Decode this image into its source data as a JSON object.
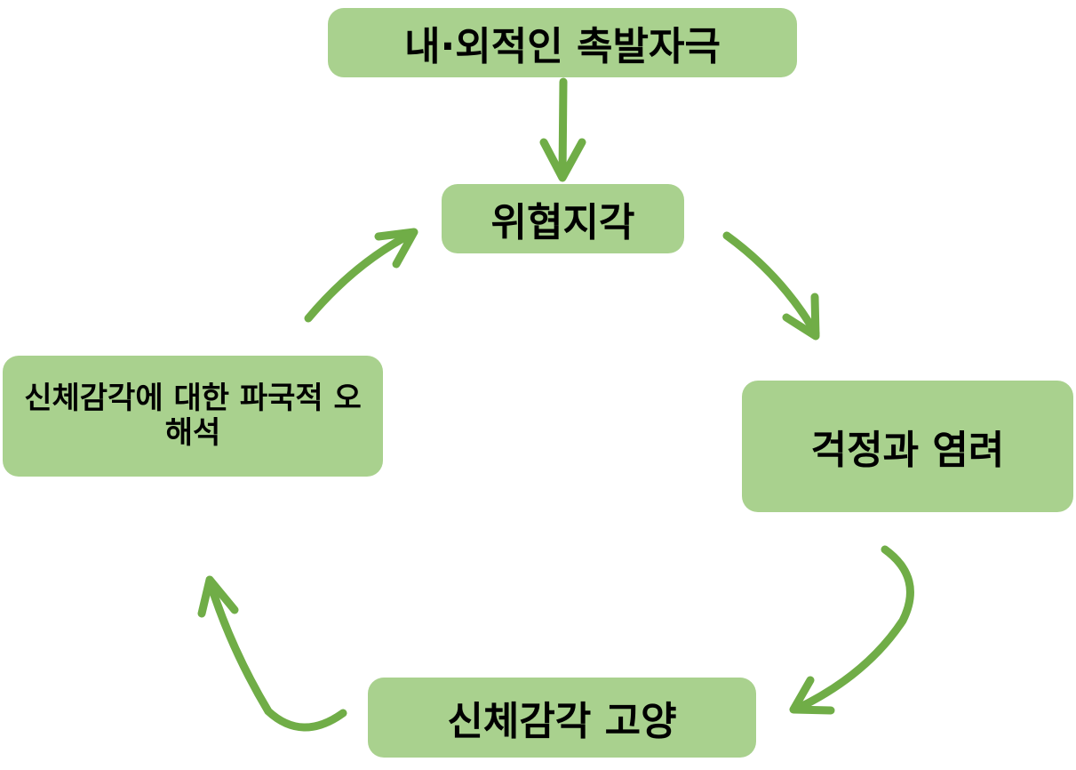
{
  "diagram": {
    "nodes": {
      "trigger": "내·외적인 촉발자극",
      "threat": "위협지각",
      "worry": "걱정과 염려",
      "arousal": "신체감각 고양",
      "misinterpretation": "신체감각에 대한 파국적 오해석"
    },
    "edges": [
      {
        "from": "trigger",
        "to": "threat"
      },
      {
        "from": "threat",
        "to": "worry"
      },
      {
        "from": "worry",
        "to": "arousal"
      },
      {
        "from": "arousal",
        "to": "misinterpretation"
      },
      {
        "from": "misinterpretation",
        "to": "threat"
      }
    ],
    "colors": {
      "node_fill": "#a9d18e",
      "arrow": "#70ad47",
      "text": "#000000"
    }
  }
}
